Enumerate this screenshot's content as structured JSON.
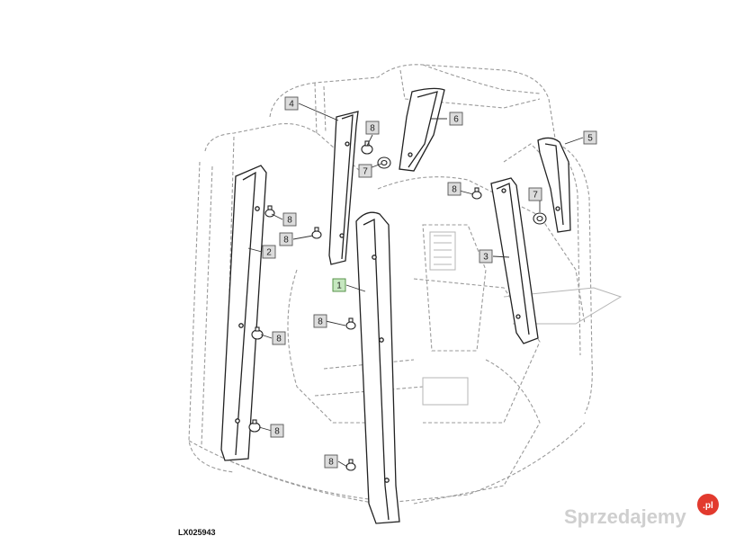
{
  "figure": {
    "reference": "LX025943",
    "watermark": {
      "text": "Sprzedajemy",
      "suffix": ".pl",
      "badge_color": "#e23a2e",
      "text_color": "#cfcfcf"
    },
    "callout_style": {
      "box_fill": "#dcdcdc",
      "highlight_fill": "#c6e7c0",
      "highlight_stroke": "#4a8a3c"
    },
    "callouts": [
      {
        "label": "4"
      },
      {
        "label": "6"
      },
      {
        "label": "5"
      },
      {
        "label": "8"
      },
      {
        "label": "7"
      },
      {
        "label": "8"
      },
      {
        "label": "7"
      },
      {
        "label": "8"
      },
      {
        "label": "8"
      },
      {
        "label": "2"
      },
      {
        "label": "3"
      },
      {
        "label": "1"
      },
      {
        "label": "8"
      },
      {
        "label": "8"
      },
      {
        "label": "8"
      },
      {
        "label": "8"
      }
    ]
  }
}
